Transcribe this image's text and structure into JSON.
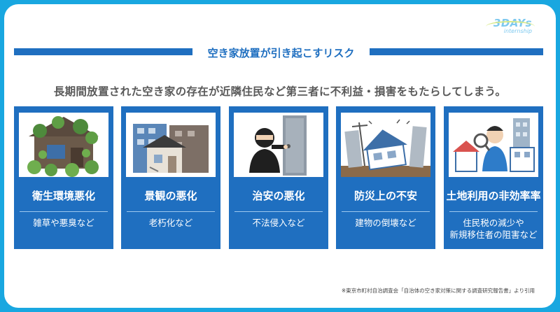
{
  "logo": {
    "main": "3DAYs",
    "sub": "internship"
  },
  "section_title": "空き家放置が引き起こすリスク",
  "subtitle": "長期間放置された空き家の存在が近隣住民など第三者に不利益・損害をもたらしてしまう。",
  "cards": [
    {
      "title": "衛生環境悪化",
      "desc": [
        "雑草や悪臭など"
      ],
      "icon": "overgrown-house-icon"
    },
    {
      "title": "景観の悪化",
      "desc": [
        "老朽化など"
      ],
      "icon": "decayed-buildings-icon"
    },
    {
      "title": "治安の悪化",
      "desc": [
        "不法侵入など"
      ],
      "icon": "burglar-icon"
    },
    {
      "title": "防災上の不安",
      "desc": [
        "建物の倒壊など"
      ],
      "icon": "collapsing-house-icon"
    },
    {
      "title": "土地利用の非効率率",
      "desc": [
        "住民税の減少や",
        "新規移住者の阻害など"
      ],
      "icon": "land-inspection-icon"
    }
  ],
  "footnote": "※東京市町村自治調査会「自治体の空き家対策に関する調査研究報告書」より引用",
  "colors": {
    "accent": "#1f6fc0",
    "border": "#19a7e0"
  }
}
